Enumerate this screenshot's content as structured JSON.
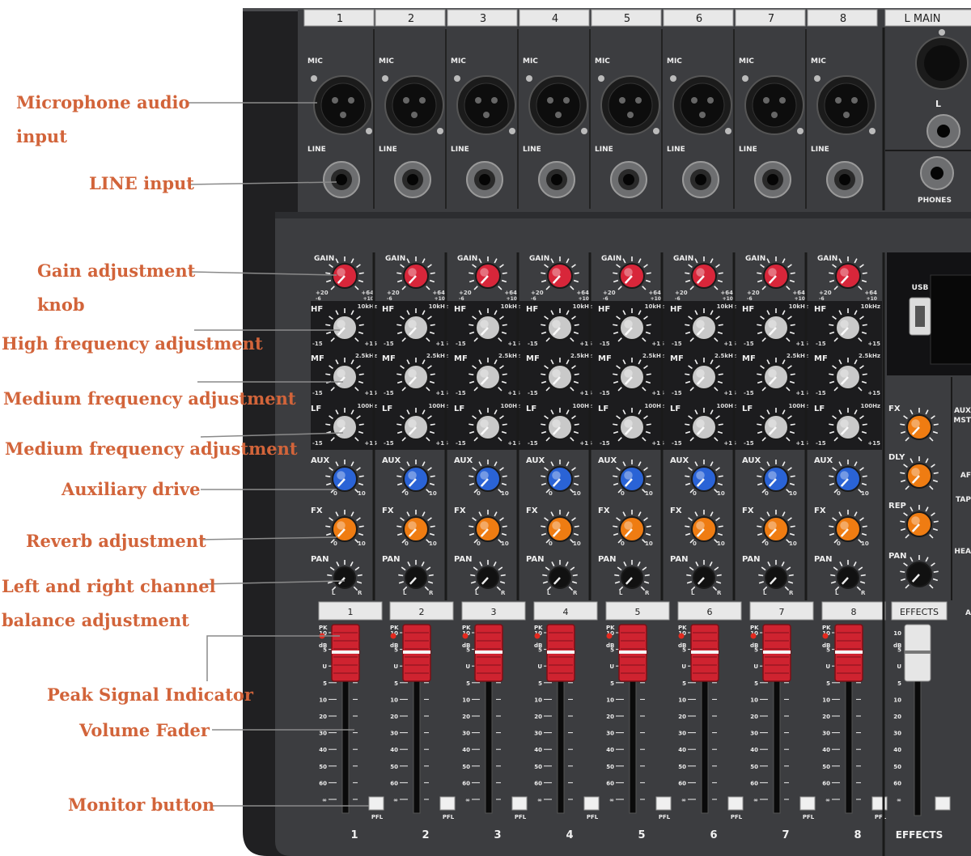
{
  "colors": {
    "callout_text": "#d2643a",
    "leader_line": "#8a8a8a",
    "panel": "#3c3d40",
    "panel_dark": "#1c1c1e",
    "gain_knob": "#d8263a",
    "aux_knob": "#2a63d6",
    "fx_knob": "#ef7c12",
    "eq_knob": "#c9c9c9",
    "fader_cap": "#cf2330",
    "peak_led": "#e22a1f"
  },
  "callouts": [
    {
      "id": "mic",
      "lines": [
        "Microphone audio",
        "input"
      ]
    },
    {
      "id": "line",
      "lines": [
        "LINE input"
      ]
    },
    {
      "id": "gain",
      "lines": [
        "Gain adjustment",
        "knob"
      ]
    },
    {
      "id": "hf",
      "lines": [
        "High frequency adjustment"
      ]
    },
    {
      "id": "mf",
      "lines": [
        "Medium frequency adjustment"
      ]
    },
    {
      "id": "lf",
      "lines": [
        "Medium frequency adjustment"
      ]
    },
    {
      "id": "aux",
      "lines": [
        "Auxiliary drive"
      ]
    },
    {
      "id": "fx",
      "lines": [
        "Reverb adjustment"
      ]
    },
    {
      "id": "pan",
      "lines": [
        "Left and right channel",
        "balance adjustment"
      ]
    },
    {
      "id": "peak",
      "lines": [
        "Peak Signal Indicator"
      ]
    },
    {
      "id": "fader",
      "lines": [
        "Volume Fader"
      ]
    },
    {
      "id": "pfl",
      "lines": [
        "Monitor button"
      ]
    }
  ],
  "mixer": {
    "channels": [
      "1",
      "2",
      "3",
      "4",
      "5",
      "6",
      "7",
      "8"
    ],
    "main_label": "L MAIN",
    "jack_labels": {
      "mic": "MIC",
      "line": "LINE",
      "phones": "PHONES",
      "l": "L"
    },
    "knob_labels": {
      "gain": "GAIN",
      "hf": "HF",
      "mf": "MF",
      "lf": "LF",
      "aux": "AUX",
      "fx": "FX",
      "pan": "PAN"
    },
    "eq_freqs": {
      "hf": "10kHz",
      "mf": "2.5kHz",
      "lf": "100Hz"
    },
    "eq_range": {
      "low": "-15",
      "high": "+15"
    },
    "gain_range": {
      "low": "+20",
      "high": "+64",
      "low2": "-6",
      "high2": "+10"
    },
    "send_range": {
      "low": "0",
      "high": "10"
    },
    "pan_range": {
      "low": "L",
      "high": "R"
    },
    "fader_scale": [
      "10",
      "5",
      "U",
      "5",
      "10",
      "20",
      "30",
      "40",
      "50",
      "60",
      "∞"
    ],
    "meter_labels": {
      "pk": "PK",
      "db": "dB"
    },
    "pfl_label": "PFL",
    "effects": {
      "label": "EFFECTS",
      "knobs": [
        "FX",
        "DLY",
        "REP",
        "PAN"
      ],
      "usb": "USB"
    },
    "right_edge_labels": [
      "AUX",
      "MST",
      "AF",
      "TAP",
      "HEA",
      "A"
    ]
  }
}
